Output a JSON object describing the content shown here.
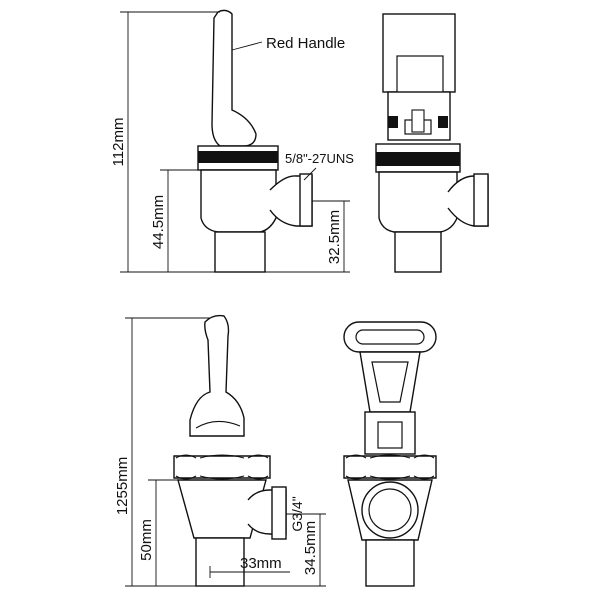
{
  "colors": {
    "ink": "#111111",
    "background": "#ffffff"
  },
  "labels": {
    "red_handle": "Red Handle",
    "thread_spec": "5/8\"-27UNS",
    "height_top": "112mm",
    "body_height_top": "44.5mm",
    "outlet_height_top": "32.5mm",
    "height_bottom": "1255mm",
    "body_height_bottom": "50mm",
    "outlet_width_bottom": "33mm",
    "thread_bottom": "G3/4\"",
    "outlet_height_bottom": "34.5mm"
  }
}
